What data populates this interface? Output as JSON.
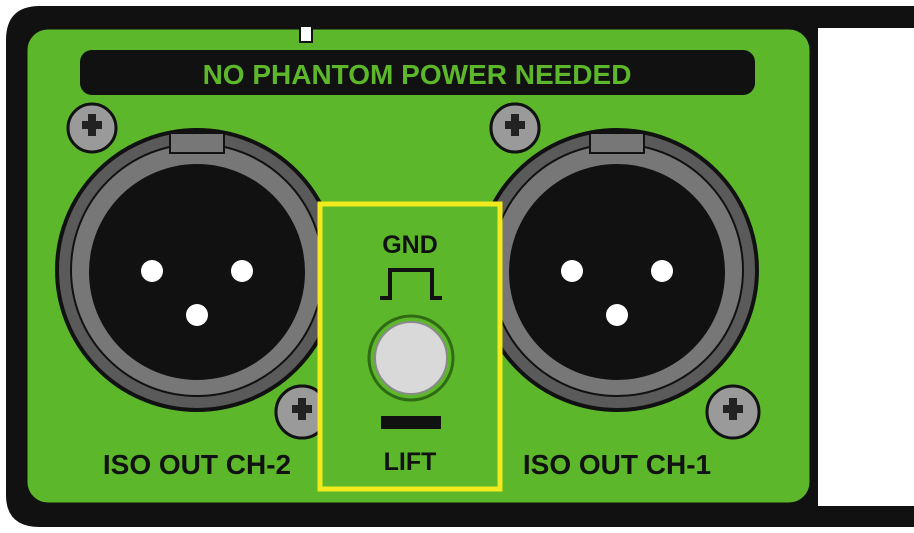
{
  "banner": {
    "text": "NO PHANTOM POWER NEEDED"
  },
  "switch": {
    "top_label": "GND",
    "bottom_label": "LIFT"
  },
  "outputs": [
    {
      "label": "ISO OUT CH-2"
    },
    {
      "label": "ISO OUT CH-1"
    }
  ],
  "colors": {
    "panel_green": "#5cb82a",
    "outline": "#111111",
    "banner_text": "#5cb82a",
    "highlight_box": "#f2ea1c",
    "label_text": "#111111",
    "button_fill": "#d9d9d9"
  }
}
